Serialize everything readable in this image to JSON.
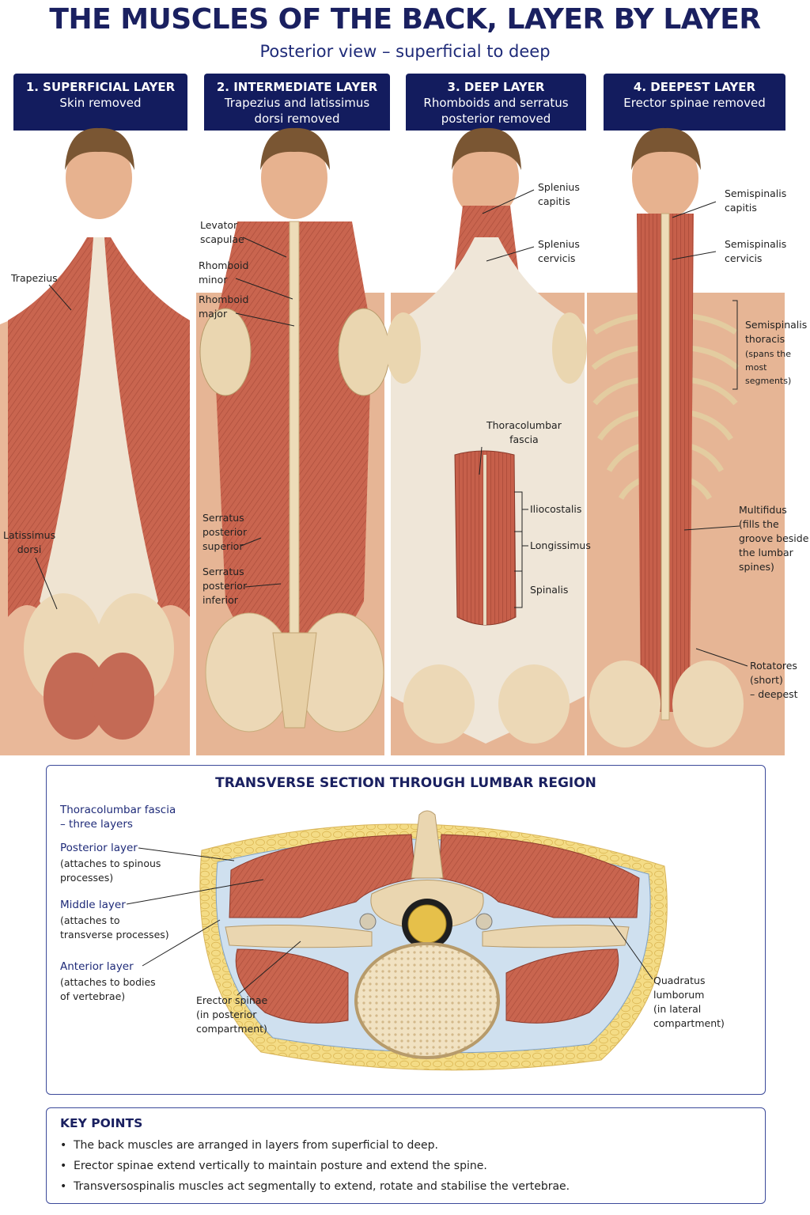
{
  "title": "THE MUSCLES OF THE BACK, LAYER BY LAYER",
  "subtitle": "Posterior view – superficial to deep",
  "panels": [
    {
      "title": "1. SUPERFICIAL LAYER",
      "subtitle": "Skin removed",
      "labels": [
        "Trapezius",
        "Latissimus\ndorsi"
      ]
    },
    {
      "title": "2. INTERMEDIATE LAYER",
      "subtitle": "Trapezius and latissimus\ndorsi removed",
      "labels": [
        "Levator\nscapulae",
        "Rhomboid\nminor",
        "Rhomboid\nmajor",
        "Serratus\nposterior\nsuperior",
        "Serratus\nposterior\ninferior"
      ]
    },
    {
      "title": "3. DEEP LAYER",
      "subtitle": "Rhomboids and serratus\nposterior removed",
      "labels": [
        "Splenius\ncapitis",
        "Splenius\ncervicis",
        "Thoracolumbar\nfascia",
        "Iliocostalis",
        "Longissimus",
        "Spinalis"
      ]
    },
    {
      "title": "4. DEEPEST LAYER",
      "subtitle": "Erector spinae removed",
      "labels": [
        "Semispinalis\ncapitis",
        "Semispinalis\ncervicis",
        "Semispinalis\nthoracis",
        "(spans the\nmost segments)",
        "Multifidus",
        "(fills the\ngroove beside\nthe lumbar\nspines)",
        "Rotatores\n(short)\n– deepest"
      ]
    }
  ],
  "section": {
    "title": "TRANSVERSE SECTION THROUGH LUMBAR REGION",
    "fascia_heading": "Thoracolumbar fascia\n– three layers",
    "posterior_layer": "Posterior layer",
    "posterior_note": "(attaches to spinous\nprocesses)",
    "middle_layer": "Middle layer",
    "middle_note": "(attaches to\ntransverse processes)",
    "anterior_layer": "Anterior layer",
    "anterior_note": "(attaches to bodies\nof vertebrae)",
    "erector": "Erector spinae\n(in posterior\ncompartment)",
    "quadratus": "Quadratus\nlumborum\n(in lateral\ncompartment)"
  },
  "key_points": {
    "title": "KEY POINTS",
    "items": [
      "The back muscles are arranged in layers from superficial to deep.",
      "Erector spinae extend vertically to maintain posture and extend the spine.",
      "Transversospinalis muscles act segmentally to extend, rotate and stabilise the vertebrae."
    ]
  },
  "colors": {
    "navy": "#131c5e",
    "muscle": "#c8624e",
    "bone": "#ead7b0",
    "fat": "#f2d77c",
    "fascia": "#b9d3ea"
  }
}
